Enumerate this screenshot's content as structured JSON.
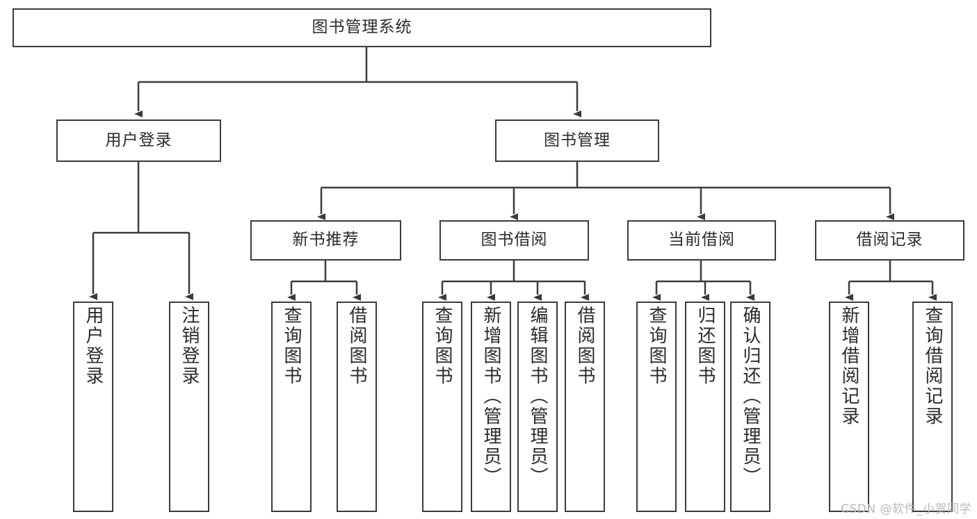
{
  "diagram": {
    "title": "图书管理系统",
    "watermark": "CSDN @软件_小贺同学",
    "line_color": "#3b3b3b",
    "text_color": "#2b2b2b",
    "background": "#ffffff"
  },
  "nodes": {
    "root": {
      "label": "图书管理系统"
    },
    "level2": [
      {
        "label": "用户登录"
      },
      {
        "label": "图书管理"
      }
    ],
    "level3": [
      {
        "label": "新书推荐"
      },
      {
        "label": "图书借阅"
      },
      {
        "label": "当前借阅"
      },
      {
        "label": "借阅记录"
      }
    ],
    "leaves": {
      "user_login": [
        {
          "label": "用户登录"
        },
        {
          "label": "注销登录"
        }
      ],
      "new_book": [
        {
          "label": "查询图书"
        },
        {
          "label": "借阅图书"
        }
      ],
      "borrow": [
        {
          "label": "查询图书"
        },
        {
          "label": "新增图书（管理员）"
        },
        {
          "label": "编辑图书（管理员）"
        },
        {
          "label": "借阅图书"
        }
      ],
      "current": [
        {
          "label": "查询图书"
        },
        {
          "label": "归还图书"
        },
        {
          "label": "确认归还（管理员）"
        }
      ],
      "records": [
        {
          "label": "新增借阅记录"
        },
        {
          "label": "查询借阅记录"
        }
      ]
    }
  },
  "chart_data": {
    "type": "tree",
    "title": "图书管理系统",
    "orientation": "top-down",
    "tree": {
      "name": "图书管理系统",
      "children": [
        {
          "name": "用户登录",
          "children": [
            {
              "name": "用户登录"
            },
            {
              "name": "注销登录"
            }
          ]
        },
        {
          "name": "图书管理",
          "children": [
            {
              "name": "新书推荐",
              "children": [
                {
                  "name": "查询图书"
                },
                {
                  "name": "借阅图书"
                }
              ]
            },
            {
              "name": "图书借阅",
              "children": [
                {
                  "name": "查询图书"
                },
                {
                  "name": "新增图书（管理员）"
                },
                {
                  "name": "编辑图书（管理员）"
                },
                {
                  "name": "借阅图书"
                }
              ]
            },
            {
              "name": "当前借阅",
              "children": [
                {
                  "name": "查询图书"
                },
                {
                  "name": "归还图书"
                },
                {
                  "name": "确认归还（管理员）"
                }
              ]
            },
            {
              "name": "借阅记录",
              "children": [
                {
                  "name": "新增借阅记录"
                },
                {
                  "name": "查询借阅记录"
                }
              ]
            }
          ]
        }
      ]
    }
  }
}
